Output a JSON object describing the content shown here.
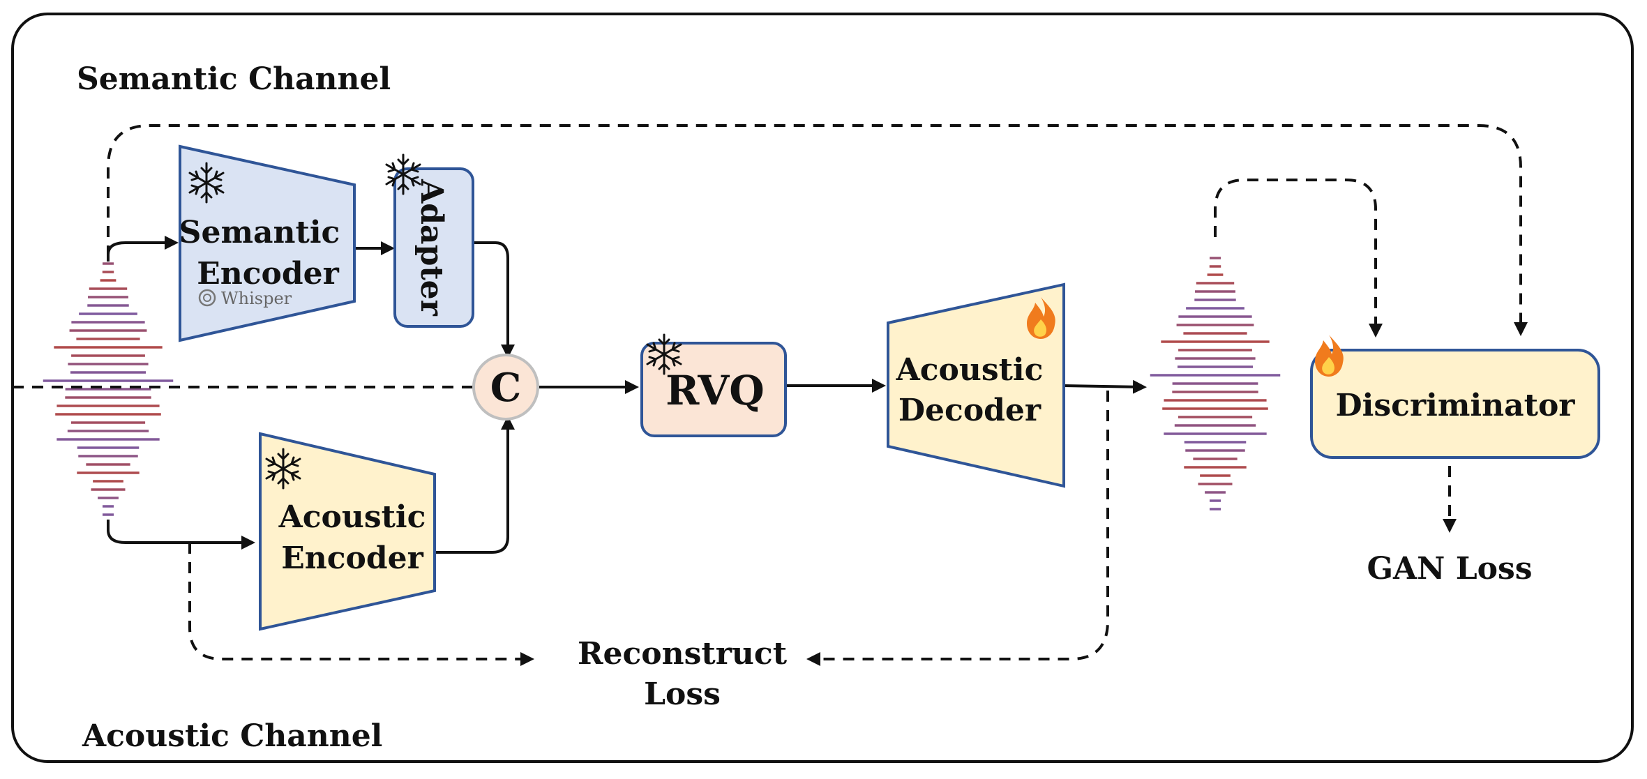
{
  "labels": {
    "semantic_channel": "Semantic Channel",
    "acoustic_channel": "Acoustic Channel",
    "semantic_encoder_l1": "Semantic",
    "semantic_encoder_l2": "Encoder",
    "whisper": "Whisper",
    "adapter": "Adapter",
    "concat": "C",
    "rvq": "RVQ",
    "acoustic_encoder_l1": "Acoustic",
    "acoustic_encoder_l2": "Encoder",
    "acoustic_decoder_l1": "Acoustic",
    "acoustic_decoder_l2": "Decoder",
    "discriminator": "Discriminator",
    "gan_loss": "GAN Loss",
    "reconstruct_loss_l1": "Reconstruct",
    "reconstruct_loss_l2": "Loss"
  },
  "colors": {
    "semantic_fill": "#dae3f3",
    "acoustic_fill": "#fff2cc",
    "rvq_fill": "#fbe5d6",
    "border": "#2f5597",
    "wave_purple": "#7f5a9e",
    "wave_red": "#b04a4a"
  },
  "icons": {
    "frozen": "snowflake-icon",
    "trainable": "fire-icon"
  }
}
